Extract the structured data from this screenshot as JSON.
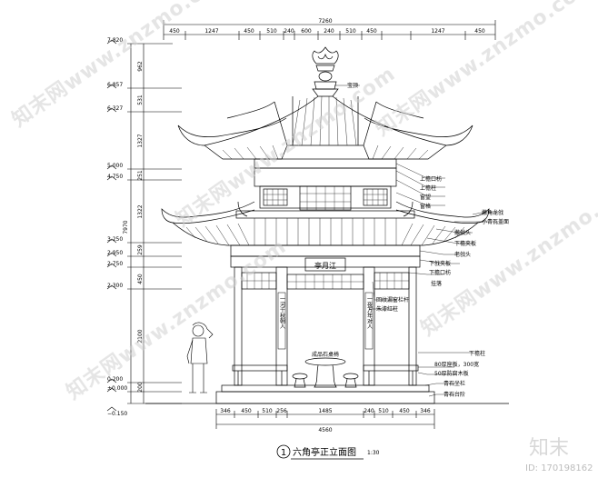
{
  "title": "六角亭正立面图",
  "scale": "1:30",
  "drawing_number": "1",
  "top_total": "7260",
  "top_dims": [
    "450",
    "1247",
    "450",
    "510",
    "240",
    "600",
    "240",
    "510",
    "450",
    "1247",
    "450"
  ],
  "bottom_total": "4560",
  "bottom_dims": [
    "346",
    "450",
    "510",
    "256",
    "1485",
    "240",
    "510",
    "450",
    "346"
  ],
  "left_total": "7970",
  "left_dims": [
    "962",
    "531",
    "1327",
    "251",
    "1322",
    "259",
    "450",
    "2100",
    "200"
  ],
  "elevations": [
    "7.820",
    "6.857",
    "6.327",
    "5.000",
    "4.750",
    "3.250",
    "2.950",
    "2.750",
    "2.300",
    "0.200",
    "±0.000",
    "−0.150"
  ],
  "plaque_text": "亭月江",
  "couplet_left": "一河千秋朝人",
  "couplet_right": "一夜万年对人",
  "seat_label": "成品石桌椅",
  "labels": {
    "baoding": "宝顶",
    "shangyan_kouchou": "上檐口枋",
    "shang_lang": "上檐柱",
    "beiwu": "窗望",
    "chuang_ge": "窗格",
    "lao_jiao_chong": "撇角龙戗",
    "xiao_qing_wa": "小青瓦盖面",
    "ceng_ji_tou": "撇戗头",
    "xia_yan_zhen": "下檐夹板",
    "bian_xian_tou": "老戗头",
    "xia_jiao_zhen": "下戗夹板",
    "xia_yan_kou": "下檐口枋",
    "gua_luo": "挂落",
    "mu_ti_yang_zhi": "回纹漏窗栏杆",
    "yi_zhu": "朱漆红柱",
    "xia_jing_xi": "下檐柱",
    "db80": "80厚座板，300宽",
    "db50": "50厚防腐木板",
    "qing_shi_ban": "青石坐栏",
    "qing_shi_jie": "青石台阶"
  },
  "watermark": "知末网www.znzmo.com",
  "brand": "知末",
  "id_text": "ID: 170198162"
}
